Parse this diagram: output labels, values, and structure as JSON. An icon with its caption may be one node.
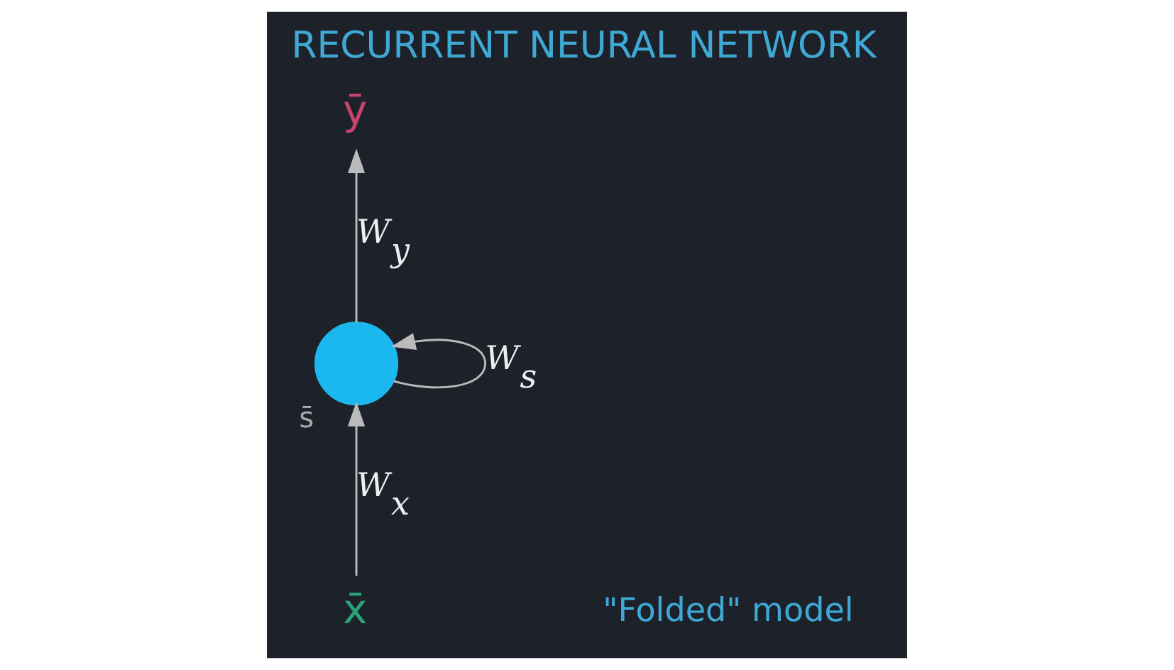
{
  "diagram": {
    "title": "RECURRENT NEURAL NETWORK",
    "nodes": [
      {
        "text": [
          "ȳ"
        ]
      },
      {
        "text": [],
        "shape": "circle",
        "beside": [
          "s̄"
        ]
      },
      {
        "text": [
          "x̄"
        ]
      }
    ],
    "edges": [
      {
        "from": 2,
        "to": 1,
        "arrow": "to",
        "label": "W$_{x}$"
      },
      {
        "from": 1,
        "to": 0,
        "arrow": "to",
        "label": "W$_{y}$"
      },
      {
        "from": 1,
        "to": 1,
        "arrow": "to",
        "label": "W$_{s}$"
      }
    ],
    "labels": [
      "\"Folded\" model"
    ]
  }
}
